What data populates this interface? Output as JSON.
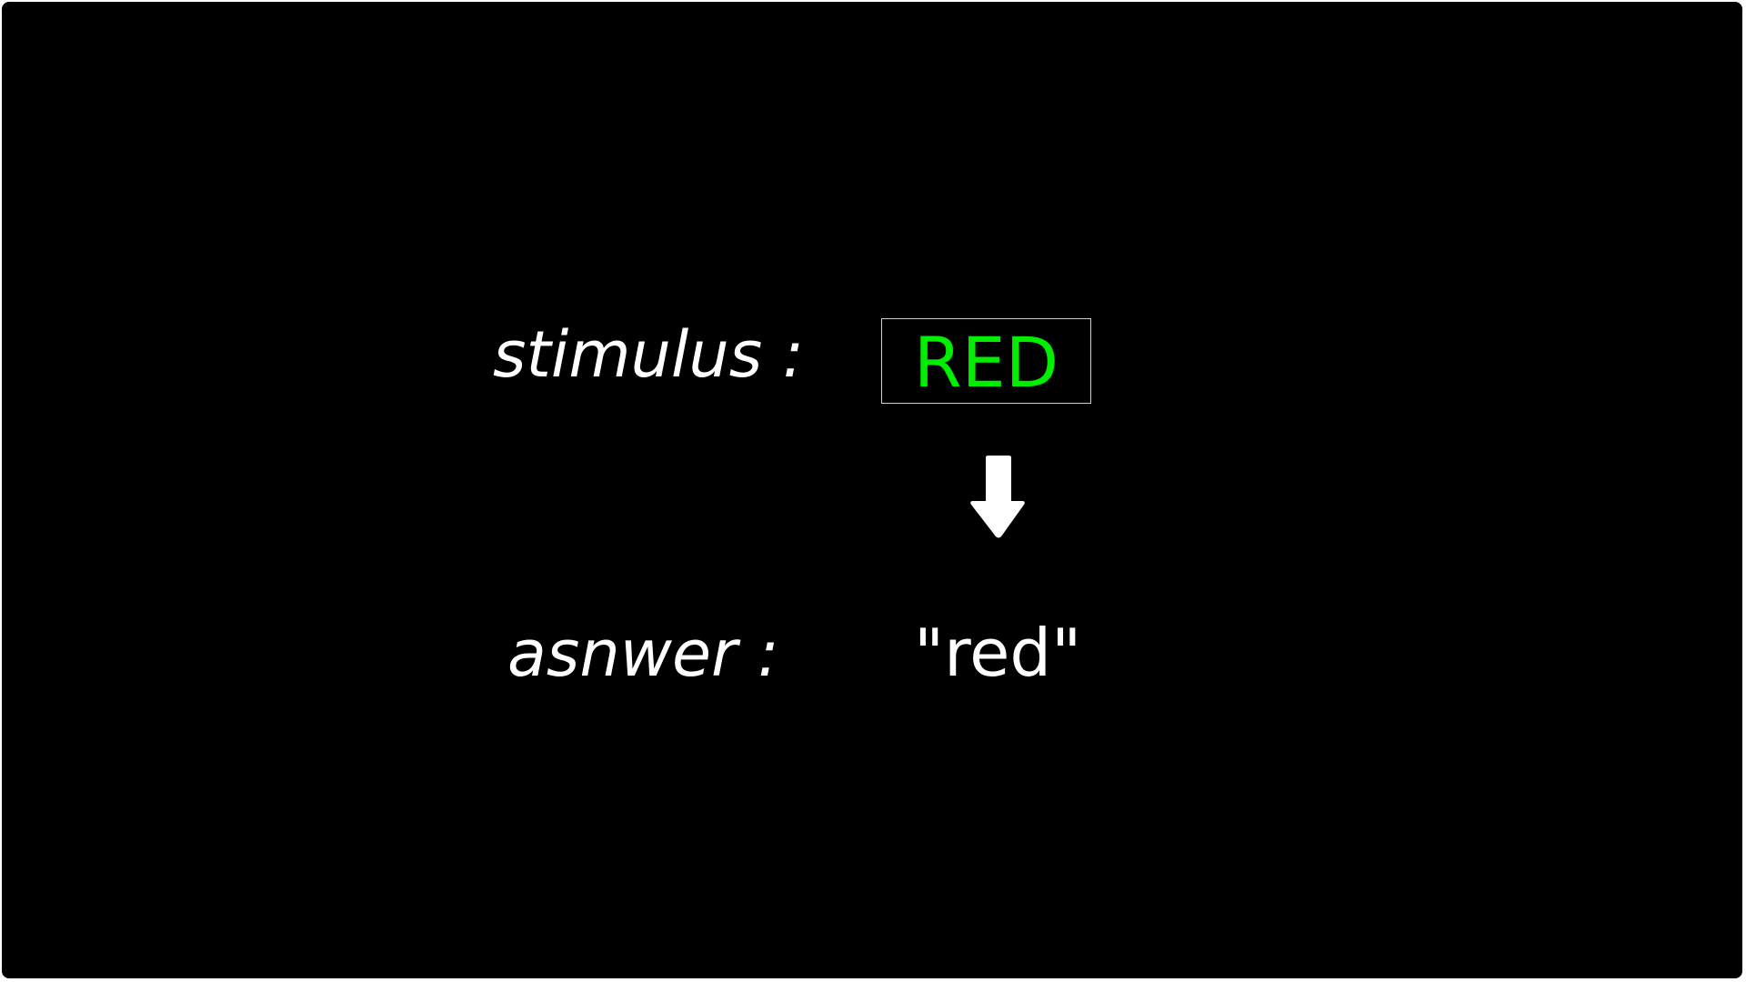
{
  "colors": {
    "background": "#000000",
    "text": "#ffffff",
    "stimulus_ink": "#00ee00",
    "box_border": "#cfcfcf"
  },
  "stimulus": {
    "label": "stimulus :",
    "word": "RED"
  },
  "answer": {
    "label": "asnwer :",
    "text": "\"red\""
  },
  "arrow": {
    "icon": "down-arrow-icon"
  }
}
